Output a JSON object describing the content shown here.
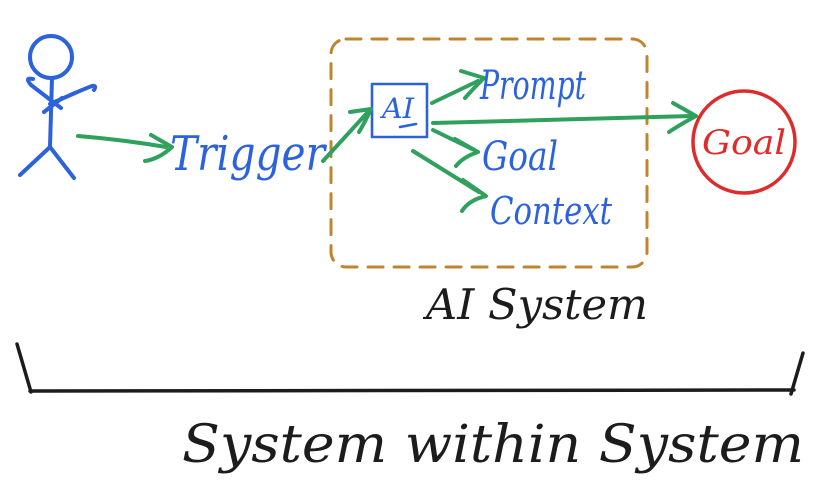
{
  "colors": {
    "blue": "#2c62dc",
    "green": "#2fa15d",
    "red": "#de2b2b",
    "brown": "#c0842f",
    "ink": "#1c1c1c",
    "background": "#ffffff"
  },
  "icons": {
    "person": "stick-person-figure",
    "arrow": "hand-drawn-green-arrow"
  },
  "nodes": {
    "trigger": "Trigger",
    "ai_box": "AI",
    "prompt": "Prompt",
    "goal_item": "Goal",
    "context": "Context",
    "goal_circle": "Goal"
  },
  "captions": {
    "ai_system": "AI System",
    "bottom": "System within System"
  }
}
